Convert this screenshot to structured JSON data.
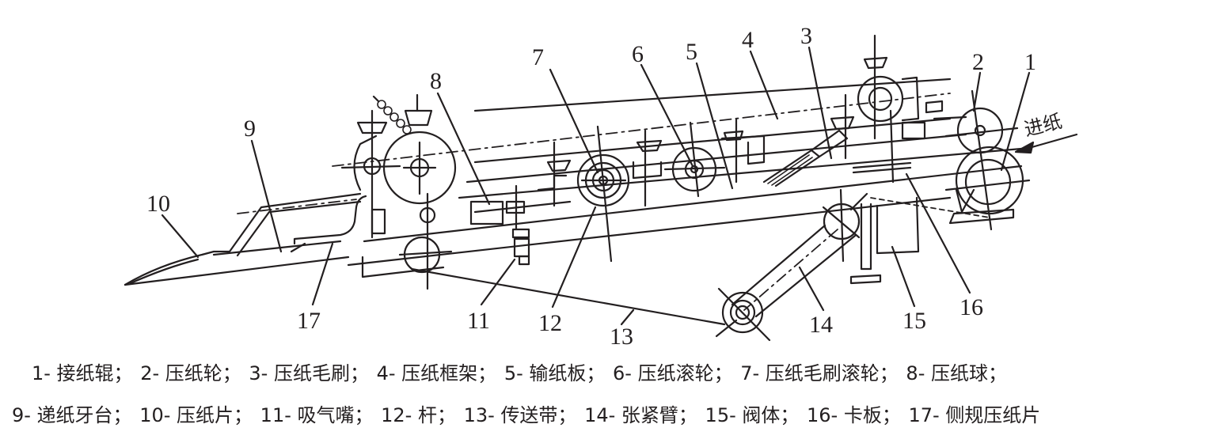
{
  "diagram": {
    "type": "mechanical-schematic",
    "subject": "paper feeding table mechanism",
    "direction_label": "进纸",
    "callouts": [
      "1",
      "2",
      "3",
      "4",
      "5",
      "6",
      "7",
      "8",
      "9",
      "10",
      "11",
      "12",
      "13",
      "14",
      "15",
      "16",
      "17"
    ]
  },
  "legend": {
    "row1": [
      {
        "num": "1",
        "text": "1- 接纸辊；"
      },
      {
        "num": "2",
        "text": "2- 压纸轮；"
      },
      {
        "num": "3",
        "text": "3- 压纸毛刷；"
      },
      {
        "num": "4",
        "text": "4- 压纸框架；"
      },
      {
        "num": "5",
        "text": "5- 输纸板；"
      },
      {
        "num": "6",
        "text": "6- 压纸滚轮；"
      },
      {
        "num": "7",
        "text": "7- 压纸毛刷滚轮；"
      },
      {
        "num": "8",
        "text": "8- 压纸球；"
      }
    ],
    "row2": [
      {
        "num": "9",
        "text": "9- 递纸牙台；"
      },
      {
        "num": "10",
        "text": "10- 压纸片；"
      },
      {
        "num": "11",
        "text": "11- 吸气嘴；"
      },
      {
        "num": "12",
        "text": "12- 杆；"
      },
      {
        "num": "13",
        "text": "13- 传送带；"
      },
      {
        "num": "14",
        "text": "14- 张紧臂；"
      },
      {
        "num": "15",
        "text": "15- 阀体；"
      },
      {
        "num": "16",
        "text": "16- 卡板；"
      },
      {
        "num": "17",
        "text": "17- 侧规压纸片"
      }
    ]
  }
}
